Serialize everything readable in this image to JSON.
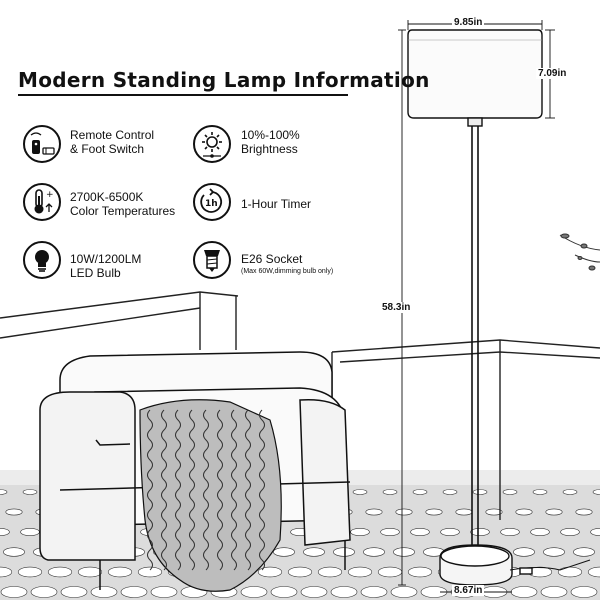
{
  "title": "Modern Standing Lamp Information",
  "features": [
    {
      "icon": "remote-control-icon",
      "lines": [
        "Remote Control",
        "& Foot Switch"
      ]
    },
    {
      "icon": "brightness-sun-icon",
      "lines": [
        "10%-100%",
        "Brightness"
      ]
    },
    {
      "icon": "thermometer-icon",
      "lines": [
        "2700K-6500K",
        "Color Temperatures"
      ]
    },
    {
      "icon": "timer-icon",
      "lines": [
        "1-Hour Timer"
      ]
    },
    {
      "icon": "light-bulb-icon",
      "lines": [
        "10W/1200LM",
        "LED Bulb"
      ]
    },
    {
      "icon": "e26-socket-icon",
      "lines": [
        "E26 Socket"
      ],
      "note": "(Max 60W,dimming bulb only)"
    }
  ],
  "dimensions": {
    "shade_width": "9.85in",
    "shade_height": "7.09in",
    "total_height": "58.3in",
    "base_width": "8.67in"
  },
  "colors": {
    "ink": "#111111",
    "background": "#ffffff",
    "floor": "#e4e4e4"
  }
}
